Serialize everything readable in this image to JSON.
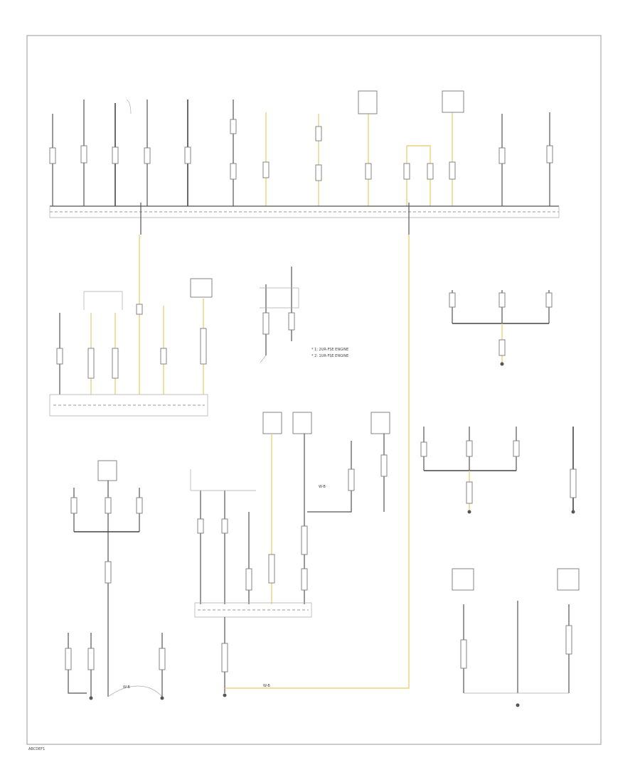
{
  "diagram": {
    "footer_code": "ABCDEF1",
    "wire_tags": {
      "g1": "W-B",
      "g2": "W-B",
      "g3": "W-B"
    },
    "legend": {
      "l1": "* 1: 2UR-FSE ENGINE",
      "l2": "* 2: 1UR-FSE ENGINE"
    }
  }
}
